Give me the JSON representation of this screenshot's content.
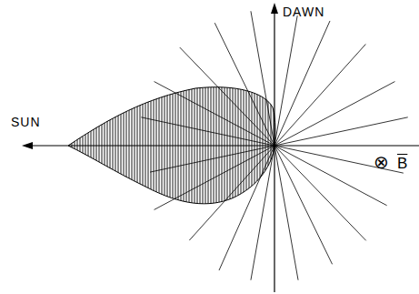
{
  "diagram": {
    "labels": [
      "DAWN",
      "SUN",
      "⊗",
      "B"
    ]
  }
}
